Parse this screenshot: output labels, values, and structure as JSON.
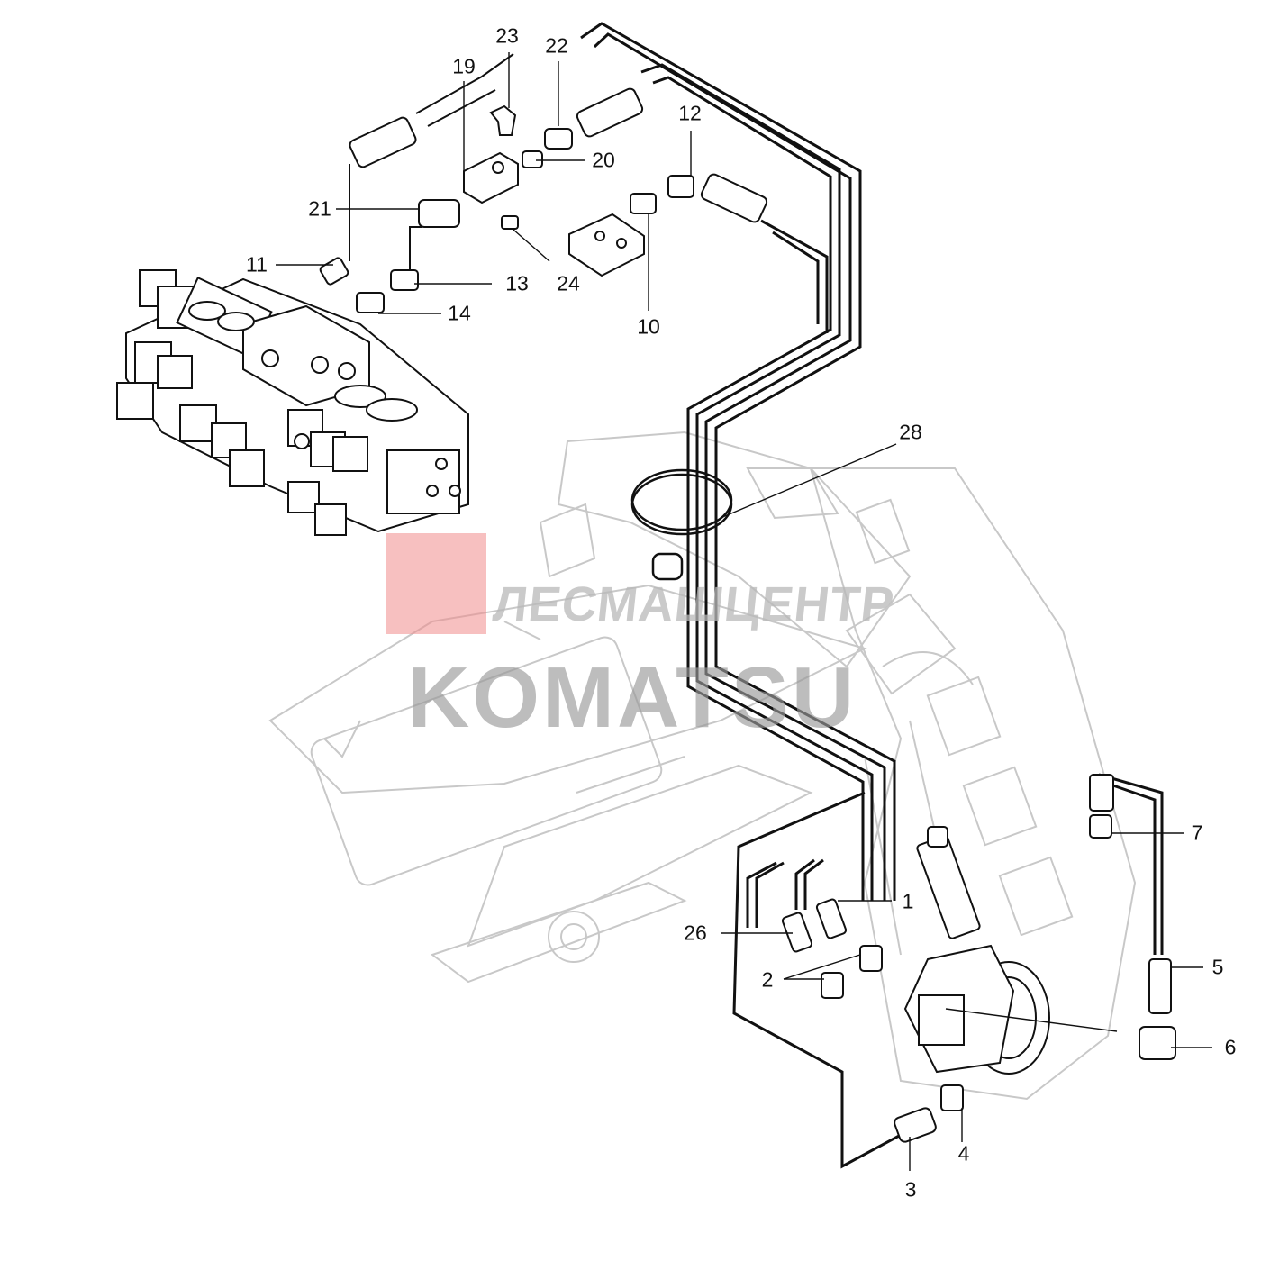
{
  "watermark": {
    "company_text": "ЛЕСМАШЦЕНТР",
    "brand_text": "KOMATSU",
    "logo_color": "#f08c8c",
    "text_color": "#9a9a9a"
  },
  "callouts": {
    "c1": "1",
    "c2": "2",
    "c3": "3",
    "c4": "4",
    "c5": "5",
    "c6": "6",
    "c7": "7",
    "c10": "10",
    "c11": "11",
    "c12": "12",
    "c13": "13",
    "c14": "14",
    "c19": "19",
    "c20": "20",
    "c21": "21",
    "c22": "22",
    "c23": "23",
    "c24": "24",
    "c26": "26",
    "c28": "28"
  },
  "icons": {
    "watermark_logo": "concentric-circles-logo-icon"
  }
}
